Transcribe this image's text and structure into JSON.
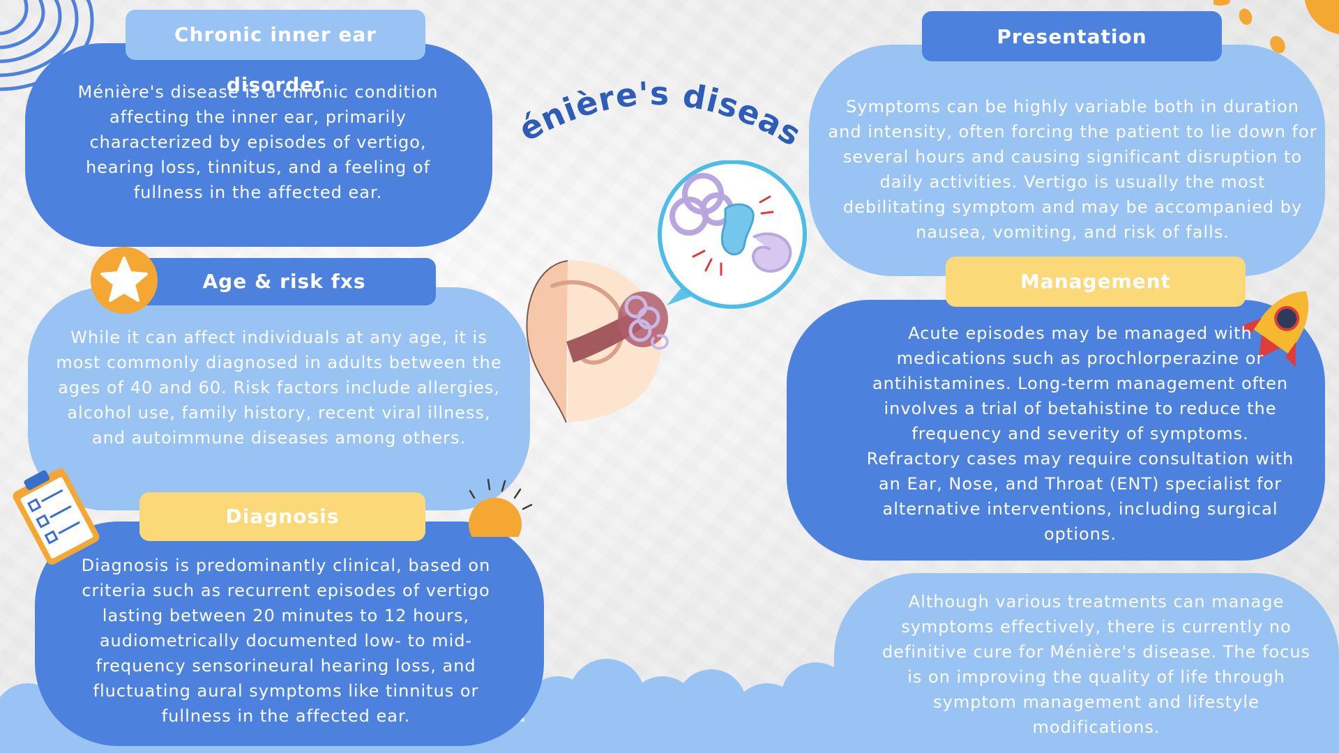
{
  "title": "Ménière's disease",
  "sections": {
    "chronic": {
      "heading": "Chronic inner ear disorder",
      "body": "Ménière's disease is a chronic condition affecting the inner ear, primarily characterized by episodes of vertigo, hearing loss, tinnitus, and a feeling of fullness in the affected ear."
    },
    "age": {
      "heading": "Age & risk fxs",
      "body": "While it can affect individuals at any age, it is most commonly diagnosed in adults between the ages of 40 and 60. Risk factors include allergies, alcohol use, family history, recent viral illness, and autoimmune diseases among others."
    },
    "diagnosis": {
      "heading": "Diagnosis",
      "body": "Diagnosis is predominantly clinical, based on criteria such as recurrent episodes of vertigo lasting between 20 minutes to 12 hours, audiometrically documented low- to mid-frequency sensorineural hearing loss, and fluctuating aural symptoms like tinnitus or fullness in the affected ear."
    },
    "presentation": {
      "heading": "Presentation",
      "body": "Symptoms can be highly variable both in duration and intensity, often forcing the patient to lie down for several hours and causing significant disruption to daily activities. Vertigo is usually the most debilitating symptom and may be accompanied by nausea, vomiting, and risk of falls."
    },
    "management": {
      "heading": "Management",
      "body": "Acute episodes may be managed with medications such as prochlorperazine or antihistamines. Long-term management often involves a trial of betahistine to reduce the frequency and severity of symptoms. Refractory cases may require consultation with an Ear, Nose, and Throat (ENT) specialist for alternative interventions, including surgical options."
    },
    "outlook": {
      "body": "Although various treatments can manage symptoms effectively, there is currently no definitive cure for Ménière's disease. The focus is on improving the quality of life through symptom management and lifestyle modifications."
    }
  },
  "icons": [
    "swirl-icon",
    "star-icon",
    "clipboard-icon",
    "sun-icon",
    "ear-illustration",
    "inner-ear-icon",
    "rocket-icon",
    "sun-burst-icon"
  ],
  "colors": {
    "dark_blue": "#4d81de",
    "light_blue": "#98c3f3",
    "yellow": "#fcd978",
    "orange": "#f5a733",
    "title_blue": "#2e5db8"
  }
}
